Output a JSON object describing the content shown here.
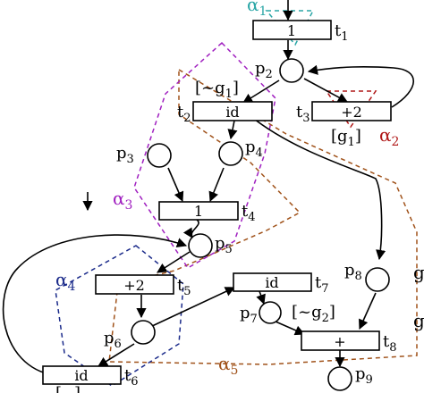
{
  "transitions": [
    {
      "id": "t1",
      "label": "t",
      "sub": "1",
      "inner": "1"
    },
    {
      "id": "t2",
      "label": "t",
      "sub": "2",
      "inner": "id"
    },
    {
      "id": "t3",
      "label": "t",
      "sub": "3",
      "inner": "+2"
    },
    {
      "id": "t4",
      "label": "t",
      "sub": "4",
      "inner": "1"
    },
    {
      "id": "t5",
      "label": "t",
      "sub": "5",
      "inner": "+2"
    },
    {
      "id": "t6",
      "label": "t",
      "sub": "6",
      "inner": "id"
    },
    {
      "id": "t7",
      "label": "t",
      "sub": "7",
      "inner": "id"
    },
    {
      "id": "t8",
      "label": "t",
      "sub": "8",
      "inner": "+"
    }
  ],
  "places": [
    {
      "id": "p2",
      "label": "p",
      "sub": "2"
    },
    {
      "id": "p3",
      "label": "p",
      "sub": "3"
    },
    {
      "id": "p4",
      "label": "p",
      "sub": "4"
    },
    {
      "id": "p5",
      "label": "p",
      "sub": "5"
    },
    {
      "id": "p6",
      "label": "p",
      "sub": "6"
    },
    {
      "id": "p7",
      "label": "p",
      "sub": "7"
    },
    {
      "id": "p8",
      "label": "p",
      "sub": "8"
    },
    {
      "id": "p9",
      "label": "p",
      "sub": "9"
    }
  ],
  "guards": {
    "not_g1": "[~g",
    "not_g1_sub": "1",
    "not_g1_close": "]",
    "g1": "[g",
    "g1_sub": "1",
    "g1_close": "]",
    "not_g2": "[~g",
    "not_g2_sub": "2",
    "not_g2_close": "]",
    "bottom_partial": "[",
    "bottom_partial_close": "]"
  },
  "regions": [
    {
      "id": "alpha1",
      "label": "α",
      "sub": "1",
      "color": "#2aa6a6"
    },
    {
      "id": "alpha2",
      "label": "α",
      "sub": "2",
      "color": "#b01818"
    },
    {
      "id": "alpha3",
      "label": "α",
      "sub": "3",
      "color": "#a020c0"
    },
    {
      "id": "alpha4",
      "label": "α",
      "sub": "4",
      "color": "#1a2a8a"
    },
    {
      "id": "alpha5",
      "label": "α",
      "sub": "5",
      "color": "#a0521a"
    }
  ],
  "edge_text": {
    "right_letter_1": "g",
    "right_letter_2": "g"
  }
}
